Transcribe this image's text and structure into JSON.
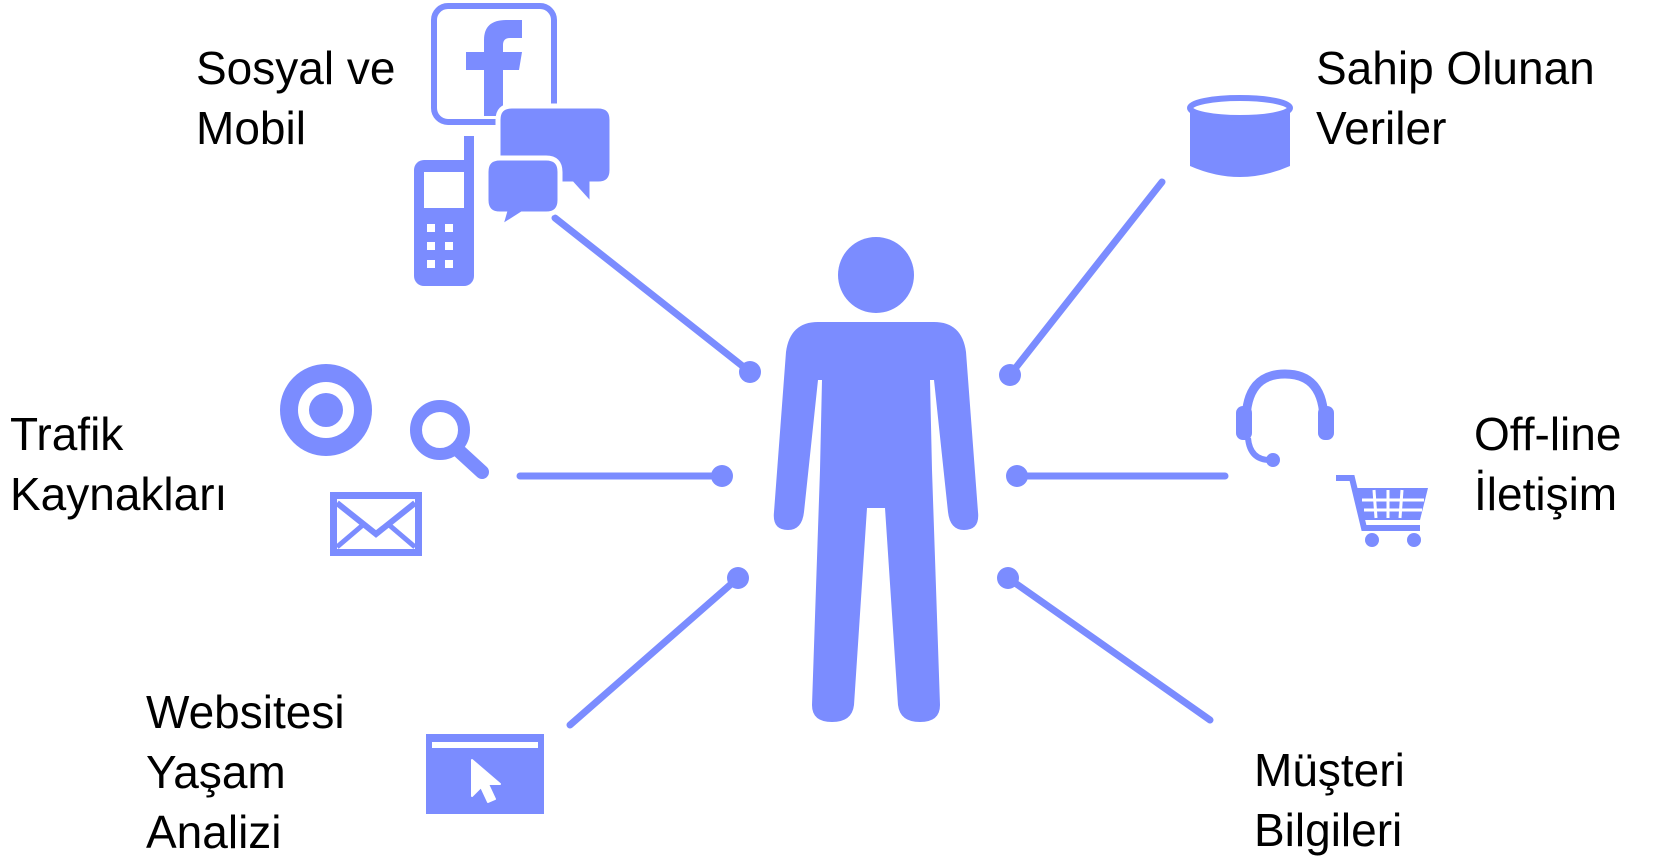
{
  "colors": {
    "accent": "#7b8cff",
    "text": "#000000",
    "background": "#ffffff"
  },
  "center": {
    "icon": "person-icon"
  },
  "nodes": [
    {
      "id": "social-mobile",
      "lines": [
        "Sosyal ve",
        "Mobil"
      ],
      "icons": [
        "facebook-icon",
        "chat-bubbles-icon",
        "mobile-phone-icon"
      ]
    },
    {
      "id": "owned-data",
      "lines": [
        "Sahip Olunan",
        "Veriler"
      ],
      "icons": [
        "database-icon"
      ]
    },
    {
      "id": "traffic-sources",
      "lines": [
        "Trafik",
        "Kaynakları"
      ],
      "icons": [
        "target-icon",
        "search-icon",
        "envelope-icon"
      ]
    },
    {
      "id": "offline-communication",
      "lines": [
        "Off-line",
        "İletişim"
      ],
      "icons": [
        "headset-icon",
        "shopping-cart-icon"
      ]
    },
    {
      "id": "website-lifetime-analysis",
      "lines": [
        "Websitesi",
        "Yaşam",
        "Analizi"
      ],
      "icons": [
        "browser-cursor-icon"
      ]
    },
    {
      "id": "customer-info",
      "lines": [
        "Müşteri",
        "Bilgileri"
      ],
      "icons": []
    }
  ]
}
